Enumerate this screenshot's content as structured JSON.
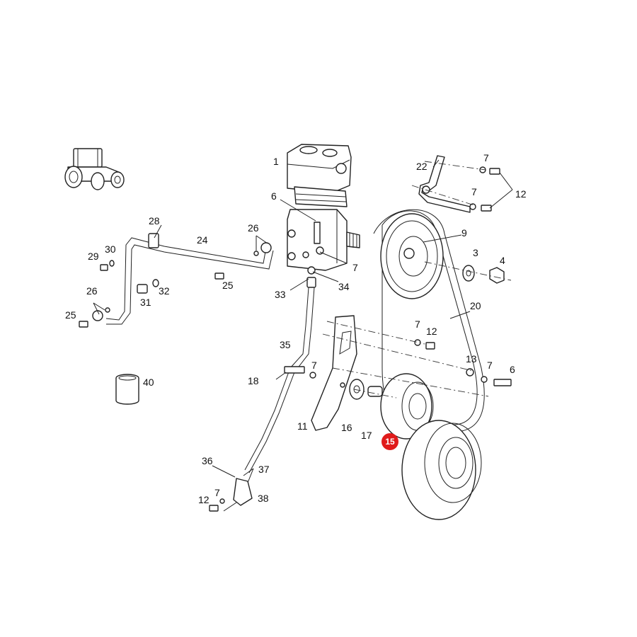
{
  "highlight": {
    "label": "15",
    "color": "#e01b1b"
  },
  "labels": [
    "1",
    "6",
    "26",
    "7",
    "25",
    "33",
    "34",
    "28",
    "24",
    "29",
    "30",
    "26",
    "31",
    "32",
    "25",
    "22",
    "7",
    "7",
    "12",
    "9",
    "3",
    "4",
    "20",
    "7",
    "12",
    "13",
    "7",
    "6",
    "35",
    "7",
    "18",
    "11",
    "16",
    "17",
    "36",
    "37",
    "7",
    "12",
    "38",
    "40"
  ]
}
